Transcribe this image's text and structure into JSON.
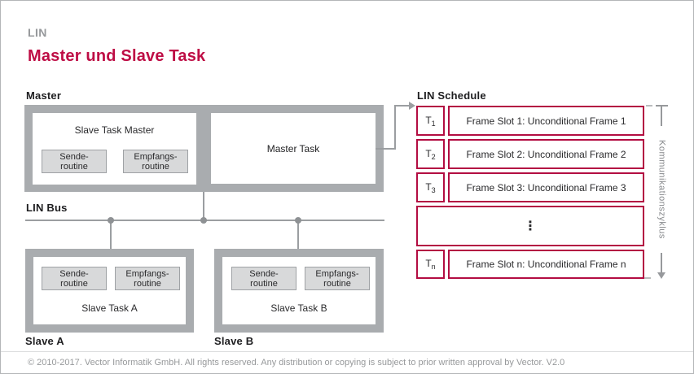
{
  "header": {
    "eyebrow": "LIN",
    "title": "Master und Slave Task"
  },
  "master": {
    "label": "Master",
    "slave_task_title": "Slave Task Master",
    "master_task_title": "Master Task"
  },
  "routine_boxes": {
    "send": [
      "Sende-",
      "routine"
    ],
    "receive": [
      "Empfangs-",
      "routine"
    ]
  },
  "bus": {
    "label": "LIN Bus"
  },
  "slaves": {
    "a": {
      "label": "Slave A",
      "task_title": "Slave Task A"
    },
    "b": {
      "label": "Slave B",
      "task_title": "Slave Task B"
    }
  },
  "schedule": {
    "label": "LIN Schedule",
    "rows": [
      {
        "t": "T",
        "sub": "1",
        "slot": "Frame Slot 1: Unconditional Frame 1"
      },
      {
        "t": "T",
        "sub": "2",
        "slot": "Frame Slot 2: Unconditional Frame 2"
      },
      {
        "t": "T",
        "sub": "3",
        "slot": "Frame Slot 3: Unconditional Frame 3"
      },
      {
        "ellipsis": "⋮"
      },
      {
        "t": "T",
        "sub": "n",
        "slot": "Frame Slot n: Unconditional Frame n"
      }
    ],
    "axis_label": "Kommunikationszyklus"
  },
  "footer": {
    "text": "© 2010-2017. Vector Informatik GmbH. All rights reserved. Any distribution or copying is subject to prior written approval by Vector. V2.0"
  },
  "colors": {
    "accent": "#be0d45",
    "table_border": "#b30d42",
    "frame_gray": "#a9acaf",
    "routine_fill": "#d8d9da",
    "line_gray": "#9b9ea1",
    "muted_text": "#96989b",
    "text": "#1e1e20"
  }
}
